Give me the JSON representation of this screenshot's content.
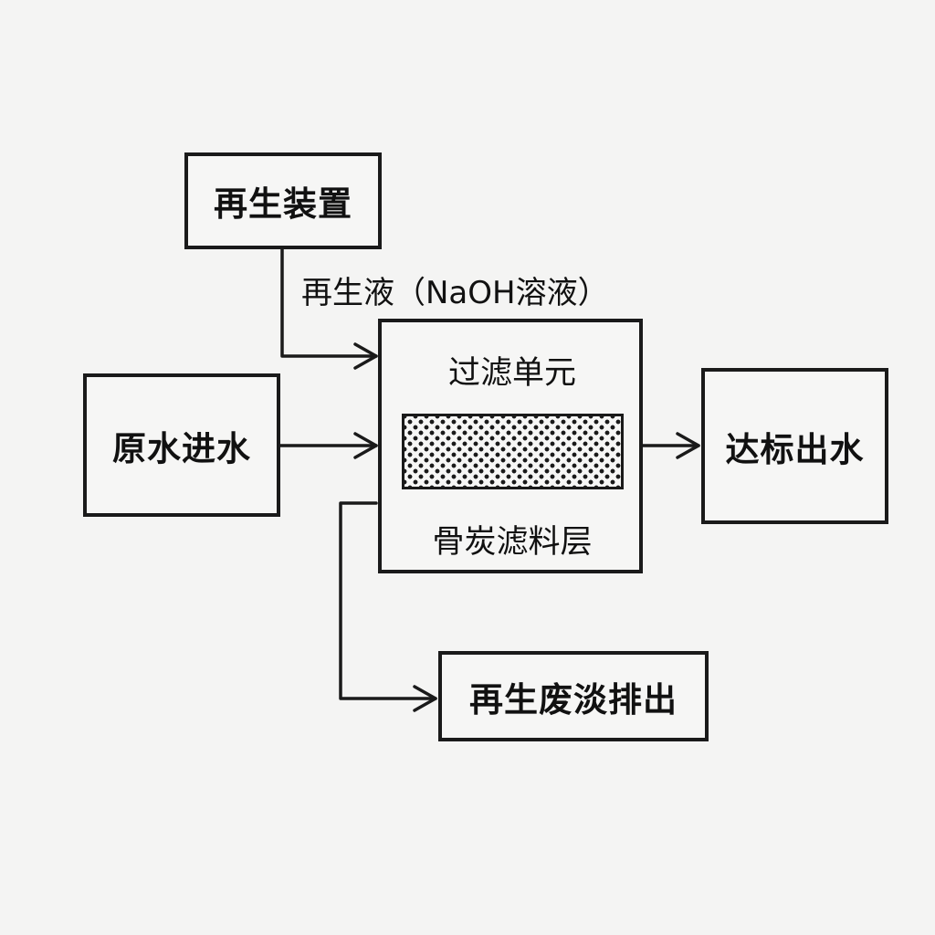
{
  "nodes": {
    "regen_device": "再生装置",
    "raw_water_in": "原水进水",
    "filter_unit": "过滤单元",
    "filter_media": "骨炭滤料层",
    "treated_water_out": "达标出水",
    "regen_waste_out": "再生废淡排出"
  },
  "edges": {
    "regen_liquid": "再生液（NaOH溶液）"
  }
}
